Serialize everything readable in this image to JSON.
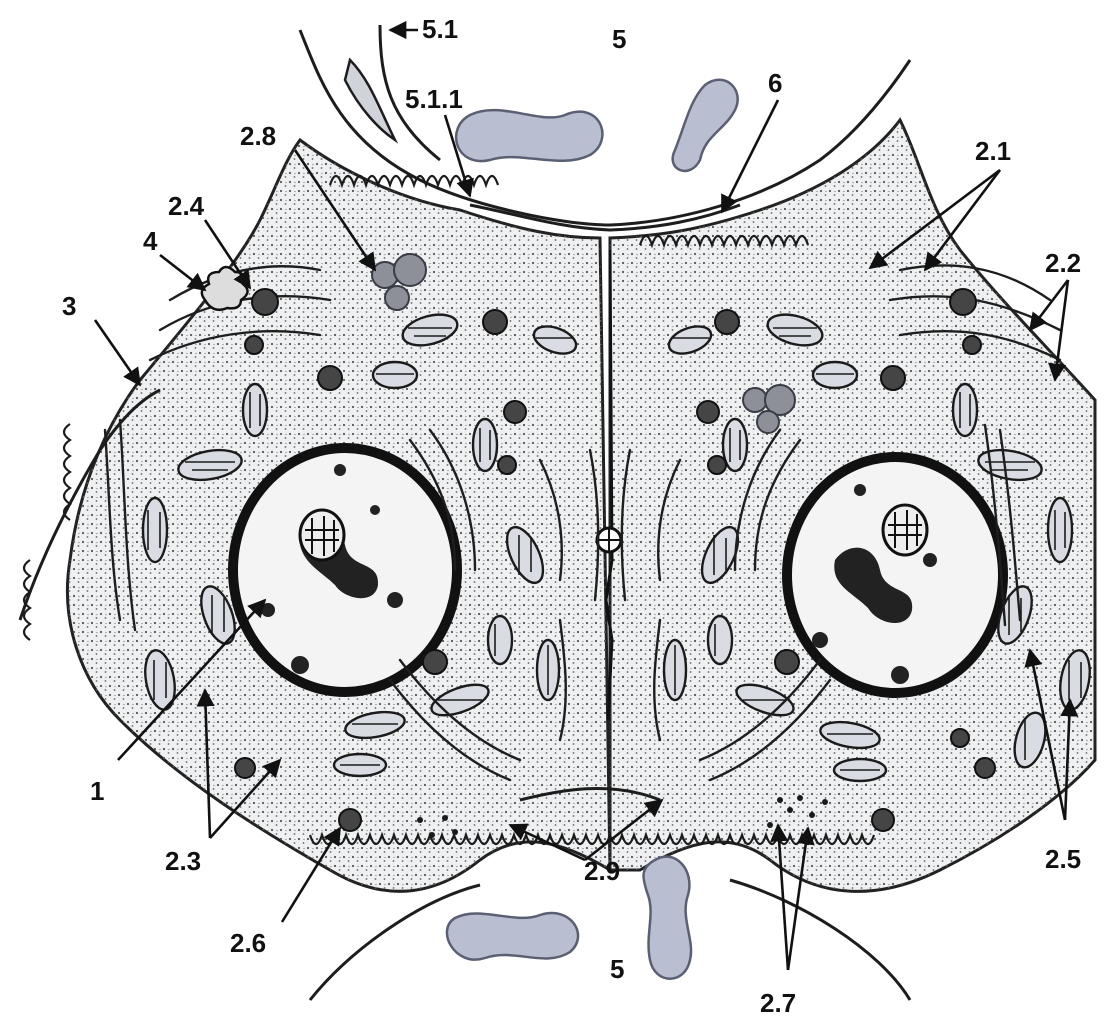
{
  "labels": {
    "l1": "1",
    "l2_1": "2.1",
    "l2_2": "2.2",
    "l2_3": "2.3",
    "l2_4": "2.4",
    "l2_5": "2.5",
    "l2_6": "2.6",
    "l2_7": "2.7",
    "l2_8": "2.8",
    "l2_9": "2.9",
    "l3": "3",
    "l4": "4",
    "l5_top": "5",
    "l5_bottom": "5",
    "l5_1": "5.1",
    "l5_1_1": "5.1.1",
    "l6": "6"
  },
  "colors": {
    "background": "#ffffff",
    "cytoplasm": "#eef0f1",
    "red_blood_cell": "#b9bfd0",
    "ink": "#111111"
  }
}
